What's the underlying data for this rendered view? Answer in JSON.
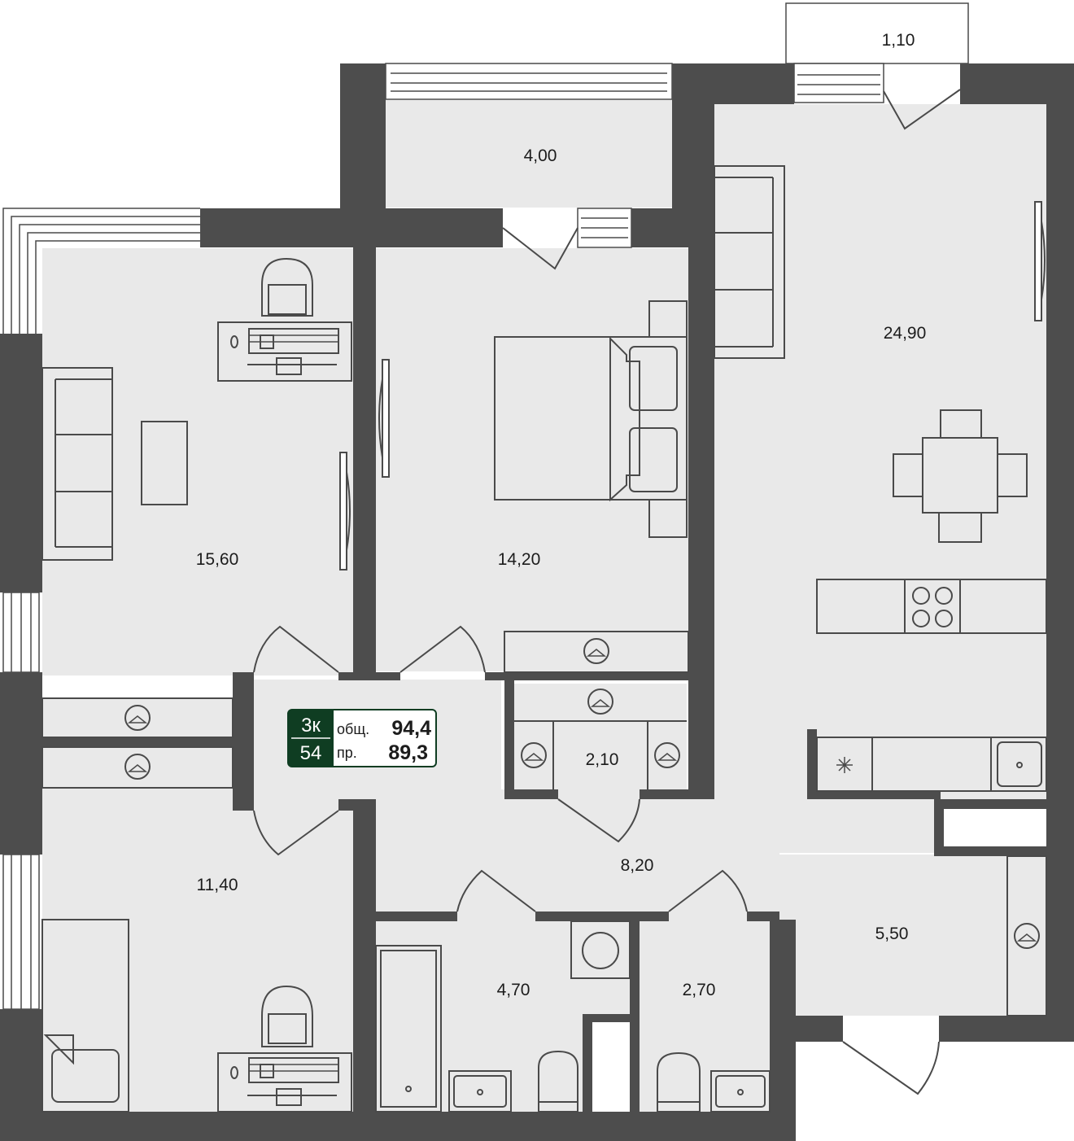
{
  "plan": {
    "colors": {
      "wall": "#4d4d4d",
      "floor": "#e9e9e9",
      "badge_green": "#0f3d22",
      "line": "#4a4a4a"
    },
    "rooms": [
      {
        "id": "balcony_small",
        "area": "1,10"
      },
      {
        "id": "balcony",
        "area": "4,00"
      },
      {
        "id": "living_kitchen",
        "area": "24,90"
      },
      {
        "id": "room_left_top",
        "area": "15,60"
      },
      {
        "id": "bedroom",
        "area": "14,20"
      },
      {
        "id": "closet",
        "area": "2,10"
      },
      {
        "id": "room_left_bottom",
        "area": "11,40"
      },
      {
        "id": "hall",
        "area": "8,20"
      },
      {
        "id": "entry",
        "area": "5,50"
      },
      {
        "id": "bathroom",
        "area": "4,70"
      },
      {
        "id": "wc",
        "area": "2,70"
      }
    ],
    "badge": {
      "rooms": "3к",
      "number": "54",
      "total_label": "общ.",
      "total_value": "94,4",
      "living_label": "пр.",
      "living_value": "89,3"
    }
  }
}
